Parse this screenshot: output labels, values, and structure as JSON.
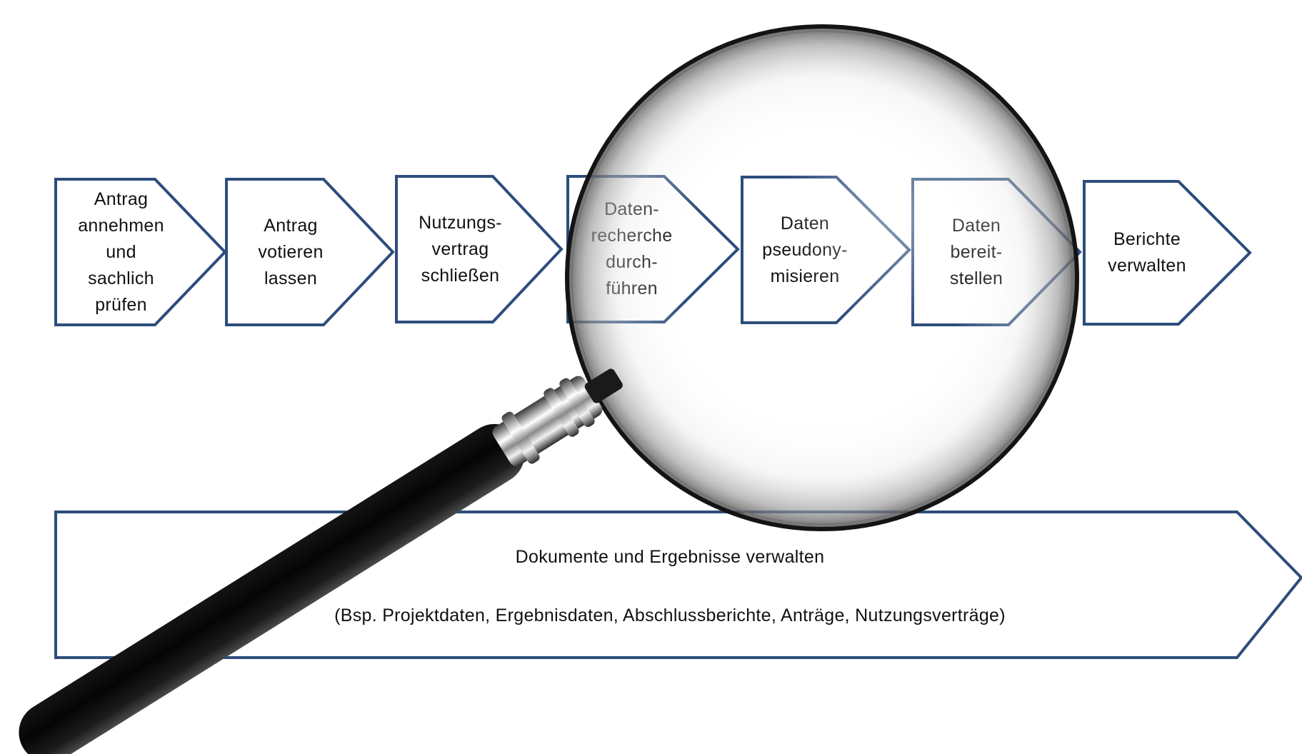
{
  "colors": {
    "outline": "#2d4d7c",
    "fill": "#ffffff",
    "text": "#111111"
  },
  "process_steps": [
    {
      "id": "antrag-pruefen",
      "lines": [
        "Antrag",
        "annehmen",
        "und",
        "sachlich",
        "prüfen"
      ]
    },
    {
      "id": "antrag-votieren",
      "lines": [
        "Antrag",
        "votieren",
        "lassen"
      ]
    },
    {
      "id": "nutzungsvertrag",
      "lines": [
        "Nutzungs-",
        "vertrag",
        "schließen"
      ]
    },
    {
      "id": "datenrecherche",
      "lines": [
        "Daten-",
        "recherche",
        "durch-",
        "führen"
      ]
    },
    {
      "id": "pseudonymisieren",
      "lines": [
        "Daten",
        "pseudony-",
        "misieren"
      ]
    },
    {
      "id": "bereitstellen",
      "lines": [
        "Daten",
        "bereit-",
        "stellen"
      ]
    },
    {
      "id": "berichte",
      "lines": [
        "Berichte",
        "verwalten"
      ]
    }
  ],
  "banner": {
    "title": "Dokumente und Ergebnisse verwalten",
    "subtitle": "(Bsp. Projektdaten, Ergebnisdaten, Abschlussberichte, Anträge, Nutzungsverträge)"
  },
  "magnifier": {
    "icon": "magnifying-glass-icon"
  }
}
